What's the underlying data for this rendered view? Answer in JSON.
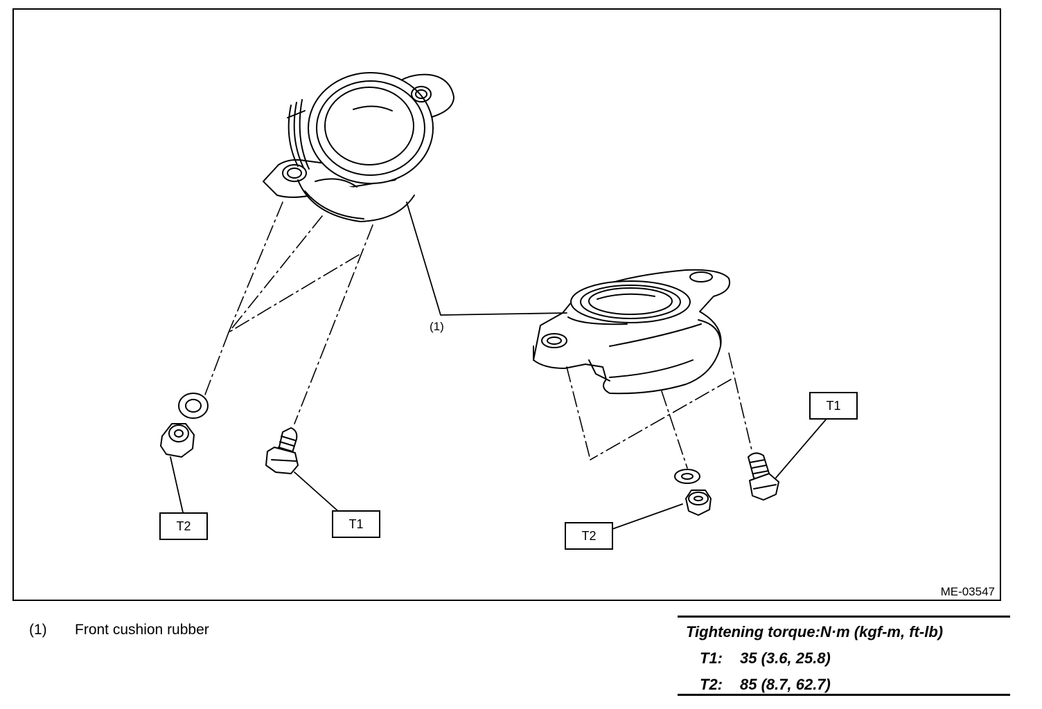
{
  "figure": {
    "id_label": "ME-03547",
    "ref_label": "(1)",
    "callouts": {
      "t2_left": "T2",
      "t1_left": "T1",
      "t1_right": "T1",
      "t2_right": "T2"
    }
  },
  "legend": {
    "items": [
      {
        "number": "(1)",
        "text": "Front cushion rubber"
      }
    ]
  },
  "torque": {
    "header": "Tightening torque:N·m (kgf-m, ft-lb)",
    "rows": [
      {
        "code": "T1:",
        "value": "35 (3.6, 25.8)"
      },
      {
        "code": "T2:",
        "value": "85 (8.7, 62.7)"
      }
    ]
  }
}
